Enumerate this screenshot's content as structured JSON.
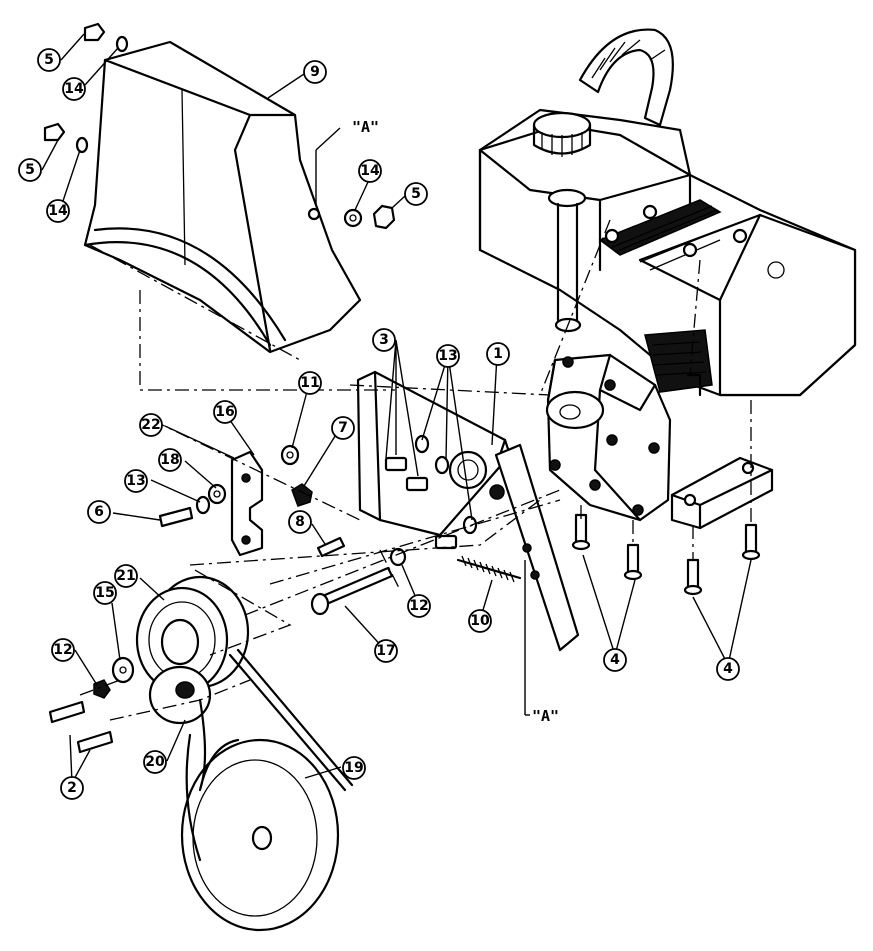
{
  "callouts": [
    {
      "id": "c5a",
      "label": "5"
    },
    {
      "id": "c14a",
      "label": "14"
    },
    {
      "id": "c9",
      "label": "9"
    },
    {
      "id": "c5b",
      "label": "5"
    },
    {
      "id": "c14b",
      "label": "14"
    },
    {
      "id": "c14c",
      "label": "14"
    },
    {
      "id": "c5c",
      "label": "5"
    },
    {
      "id": "c3",
      "label": "3"
    },
    {
      "id": "c13a",
      "label": "13"
    },
    {
      "id": "c1",
      "label": "1"
    },
    {
      "id": "c11",
      "label": "11"
    },
    {
      "id": "c16",
      "label": "16"
    },
    {
      "id": "c22",
      "label": "22"
    },
    {
      "id": "c7",
      "label": "7"
    },
    {
      "id": "c18",
      "label": "18"
    },
    {
      "id": "c13b",
      "label": "13"
    },
    {
      "id": "c6",
      "label": "6"
    },
    {
      "id": "c8",
      "label": "8"
    },
    {
      "id": "c21",
      "label": "21"
    },
    {
      "id": "c15",
      "label": "15"
    },
    {
      "id": "c12a",
      "label": "12"
    },
    {
      "id": "c12b",
      "label": "12"
    },
    {
      "id": "c10",
      "label": "10"
    },
    {
      "id": "c17",
      "label": "17"
    },
    {
      "id": "c4a",
      "label": "4"
    },
    {
      "id": "c4b",
      "label": "4"
    },
    {
      "id": "c2",
      "label": "2"
    },
    {
      "id": "c20",
      "label": "20"
    },
    {
      "id": "c19",
      "label": "19"
    }
  ],
  "references": {
    "top": "\"A\"",
    "bottom": "\"A\""
  }
}
